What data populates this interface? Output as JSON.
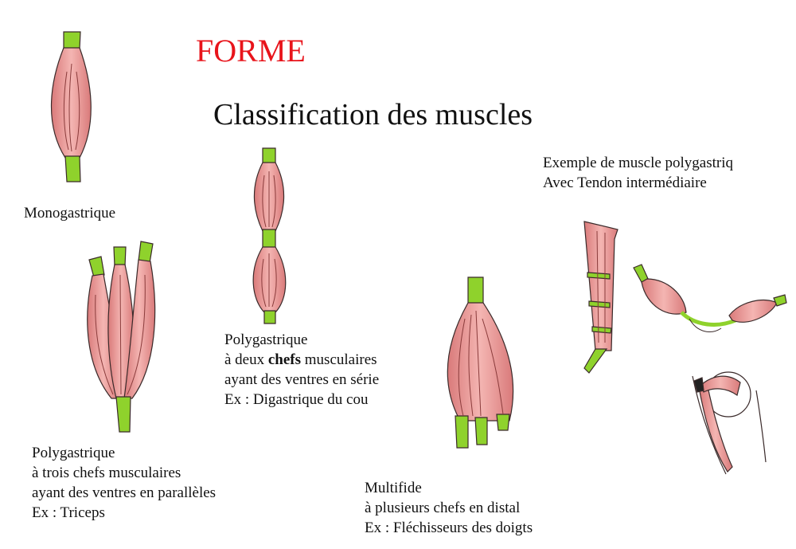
{
  "heading": "FORME",
  "title": "Classification des muscles",
  "colors": {
    "heading": "#e8141b",
    "muscle": "#ec9a98",
    "tendon": "#8fd22c"
  },
  "labels": {
    "monogastrique": "Monogastrique",
    "two_heads": {
      "line1": "Polygastrique",
      "line2_pre": "à deux ",
      "line2_bold": "chefs",
      "line2_post": " musculaires",
      "line3": "ayant des ventres en série",
      "line4": "Ex : Digastrique du cou"
    },
    "three_heads": {
      "line1": "Polygastrique",
      "line2": "à trois chefs musculaires",
      "line3": "ayant des ventres en parallèles",
      "line4": "Ex : Triceps"
    },
    "multifide": {
      "line1": "Multifide",
      "line2": "à plusieurs chefs en distal",
      "line3": "Ex : Fléchisseurs des doigts"
    },
    "example": {
      "line1": "Exemple de muscle polygastriq",
      "line2": "Avec Tendon intermédiaire"
    }
  }
}
